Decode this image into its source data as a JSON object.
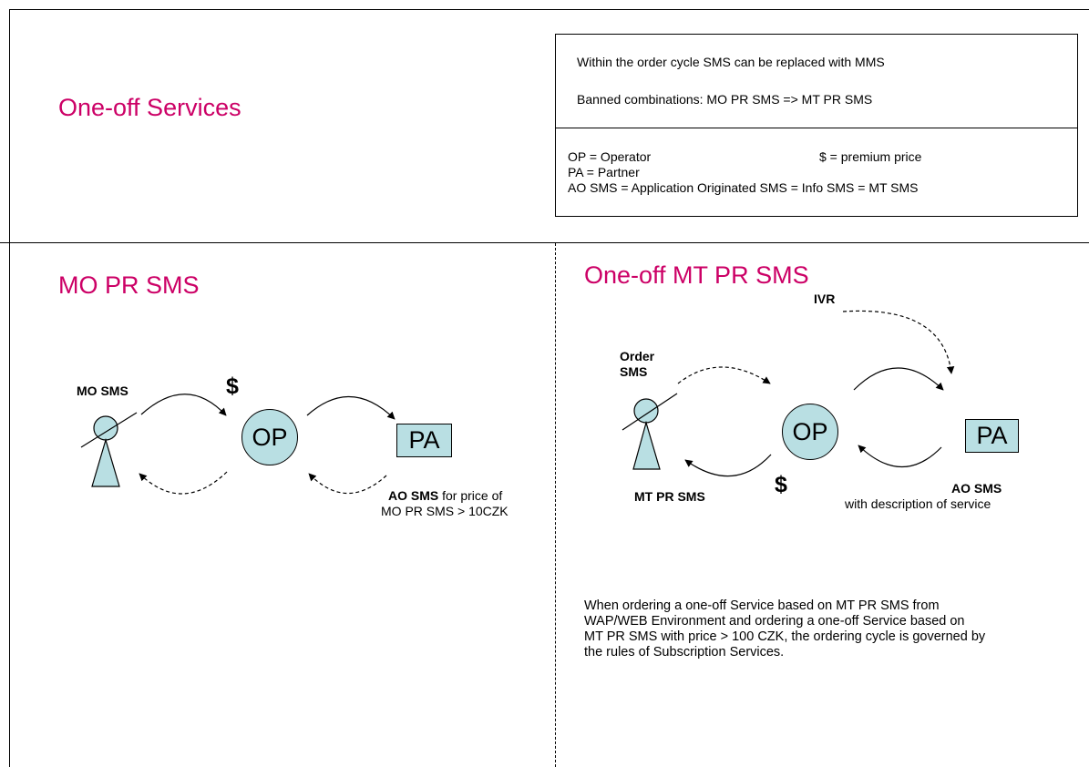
{
  "titles": {
    "top_left": "One-off Services",
    "bottom_left": "MO PR SMS",
    "bottom_right": "One-off MT PR SMS"
  },
  "info_box": {
    "line1": "Within the order cycle SMS can be replaced with MMS",
    "line2": "Banned combinations: MO PR SMS => MT PR SMS",
    "legend": {
      "op": "OP = Operator",
      "dollar": "$ = premium price",
      "pa": "PA = Partner",
      "ao": "AO SMS = Application Originated SMS = Info SMS = MT SMS"
    }
  },
  "left_diagram": {
    "mo_sms_label": "MO SMS",
    "dollar": "$",
    "op": "OP",
    "pa": "PA",
    "ao_sms_bold": "AO SMS",
    "ao_sms_rest": " for price of",
    "ao_sms_line2": "MO PR SMS > 10CZK"
  },
  "right_diagram": {
    "order_line1": "Order",
    "order_line2": "SMS",
    "ivr": "IVR",
    "op": "OP",
    "pa": "PA",
    "dollar": "$",
    "mt_pr_sms": "MT PR SMS",
    "ao_sms": "AO SMS",
    "ao_desc": "with description of service"
  },
  "note": {
    "line1": "When ordering a one-off Service based on MT PR SMS from",
    "line2": "WAP/WEB Environment and ordering a one-off Service based on",
    "line3": "MT PR SMS with price > 100 CZK, the ordering cycle is governed by",
    "line4": "the rules of Subscription Services."
  }
}
